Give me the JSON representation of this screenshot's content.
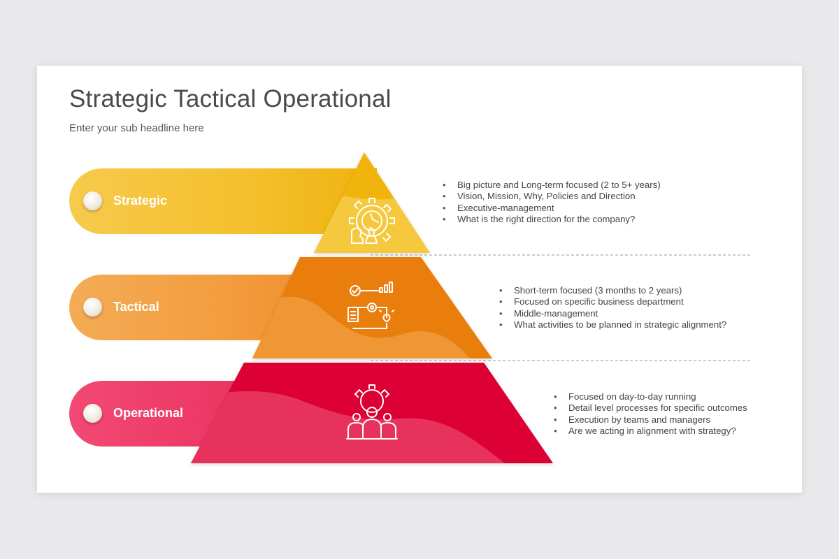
{
  "slide": {
    "title": "Strategic Tactical Operational",
    "subtitle": "Enter your sub headline here"
  },
  "levels": [
    {
      "label": "Strategic",
      "icon": "strategy-gear-chess-icon",
      "color": "#f0b40f",
      "bullets": [
        "Big picture and Long-term focused (2 to 5+ years)",
        "Vision, Mission, Why, Policies and Direction",
        "Executive-management",
        "What is the right direction for the company?"
      ]
    },
    {
      "label": "Tactical",
      "icon": "planning-checklist-gear-icon",
      "color": "#e97e10",
      "bullets": [
        "Short-term focused (3 months to 2 years)",
        "Focused on specific business department",
        "Middle-management",
        "What activities to be planned in strategic alignment?"
      ]
    },
    {
      "label": "Operational",
      "icon": "team-gear-icon",
      "color": "#dc0035",
      "bullets": [
        "Focused on day-to-day running",
        "Detail level processes for specific outcomes",
        "Execution by teams and managers",
        "Are we acting in alignment with strategy?"
      ]
    }
  ]
}
